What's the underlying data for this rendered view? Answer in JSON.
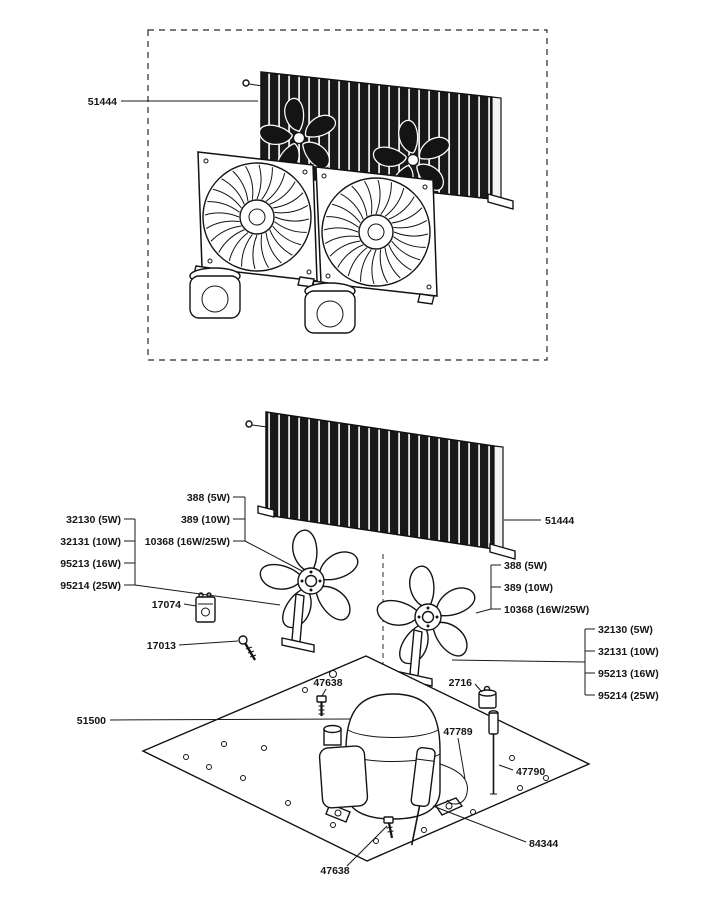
{
  "canvas": {
    "background": "#ffffff",
    "line_color": "#1a1a1a",
    "fin_color": "#191919"
  },
  "top_assembly": {
    "condenser_label": "51444"
  },
  "exploded_view": {
    "condenser_label": "51444",
    "fan_blade_labels_left": [
      "388 (5W)",
      "389 (10W)",
      "10368 (16W/25W)"
    ],
    "fan_motor_labels_left": [
      "32130 (5W)",
      "32131 (10W)",
      "95213 (16W)",
      "95214 (25W)"
    ],
    "fan_blade_labels_right": [
      "388 (5W)",
      "389 (10W)",
      "10368 (16W/25W)"
    ],
    "fan_motor_labels_right": [
      "32130 (5W)",
      "32131 (10W)",
      "95213 (16W)",
      "95214 (25W)"
    ],
    "relay_label": "17074",
    "screw_label": "17013",
    "mounting_bolt_label_upper": "47638",
    "valve_label": "2716",
    "compressor_label": "51500",
    "tube_assembly_label": "47789",
    "standpipe_label": "47790",
    "drier_label": "84344",
    "mounting_bolt_label_lower": "47638"
  }
}
